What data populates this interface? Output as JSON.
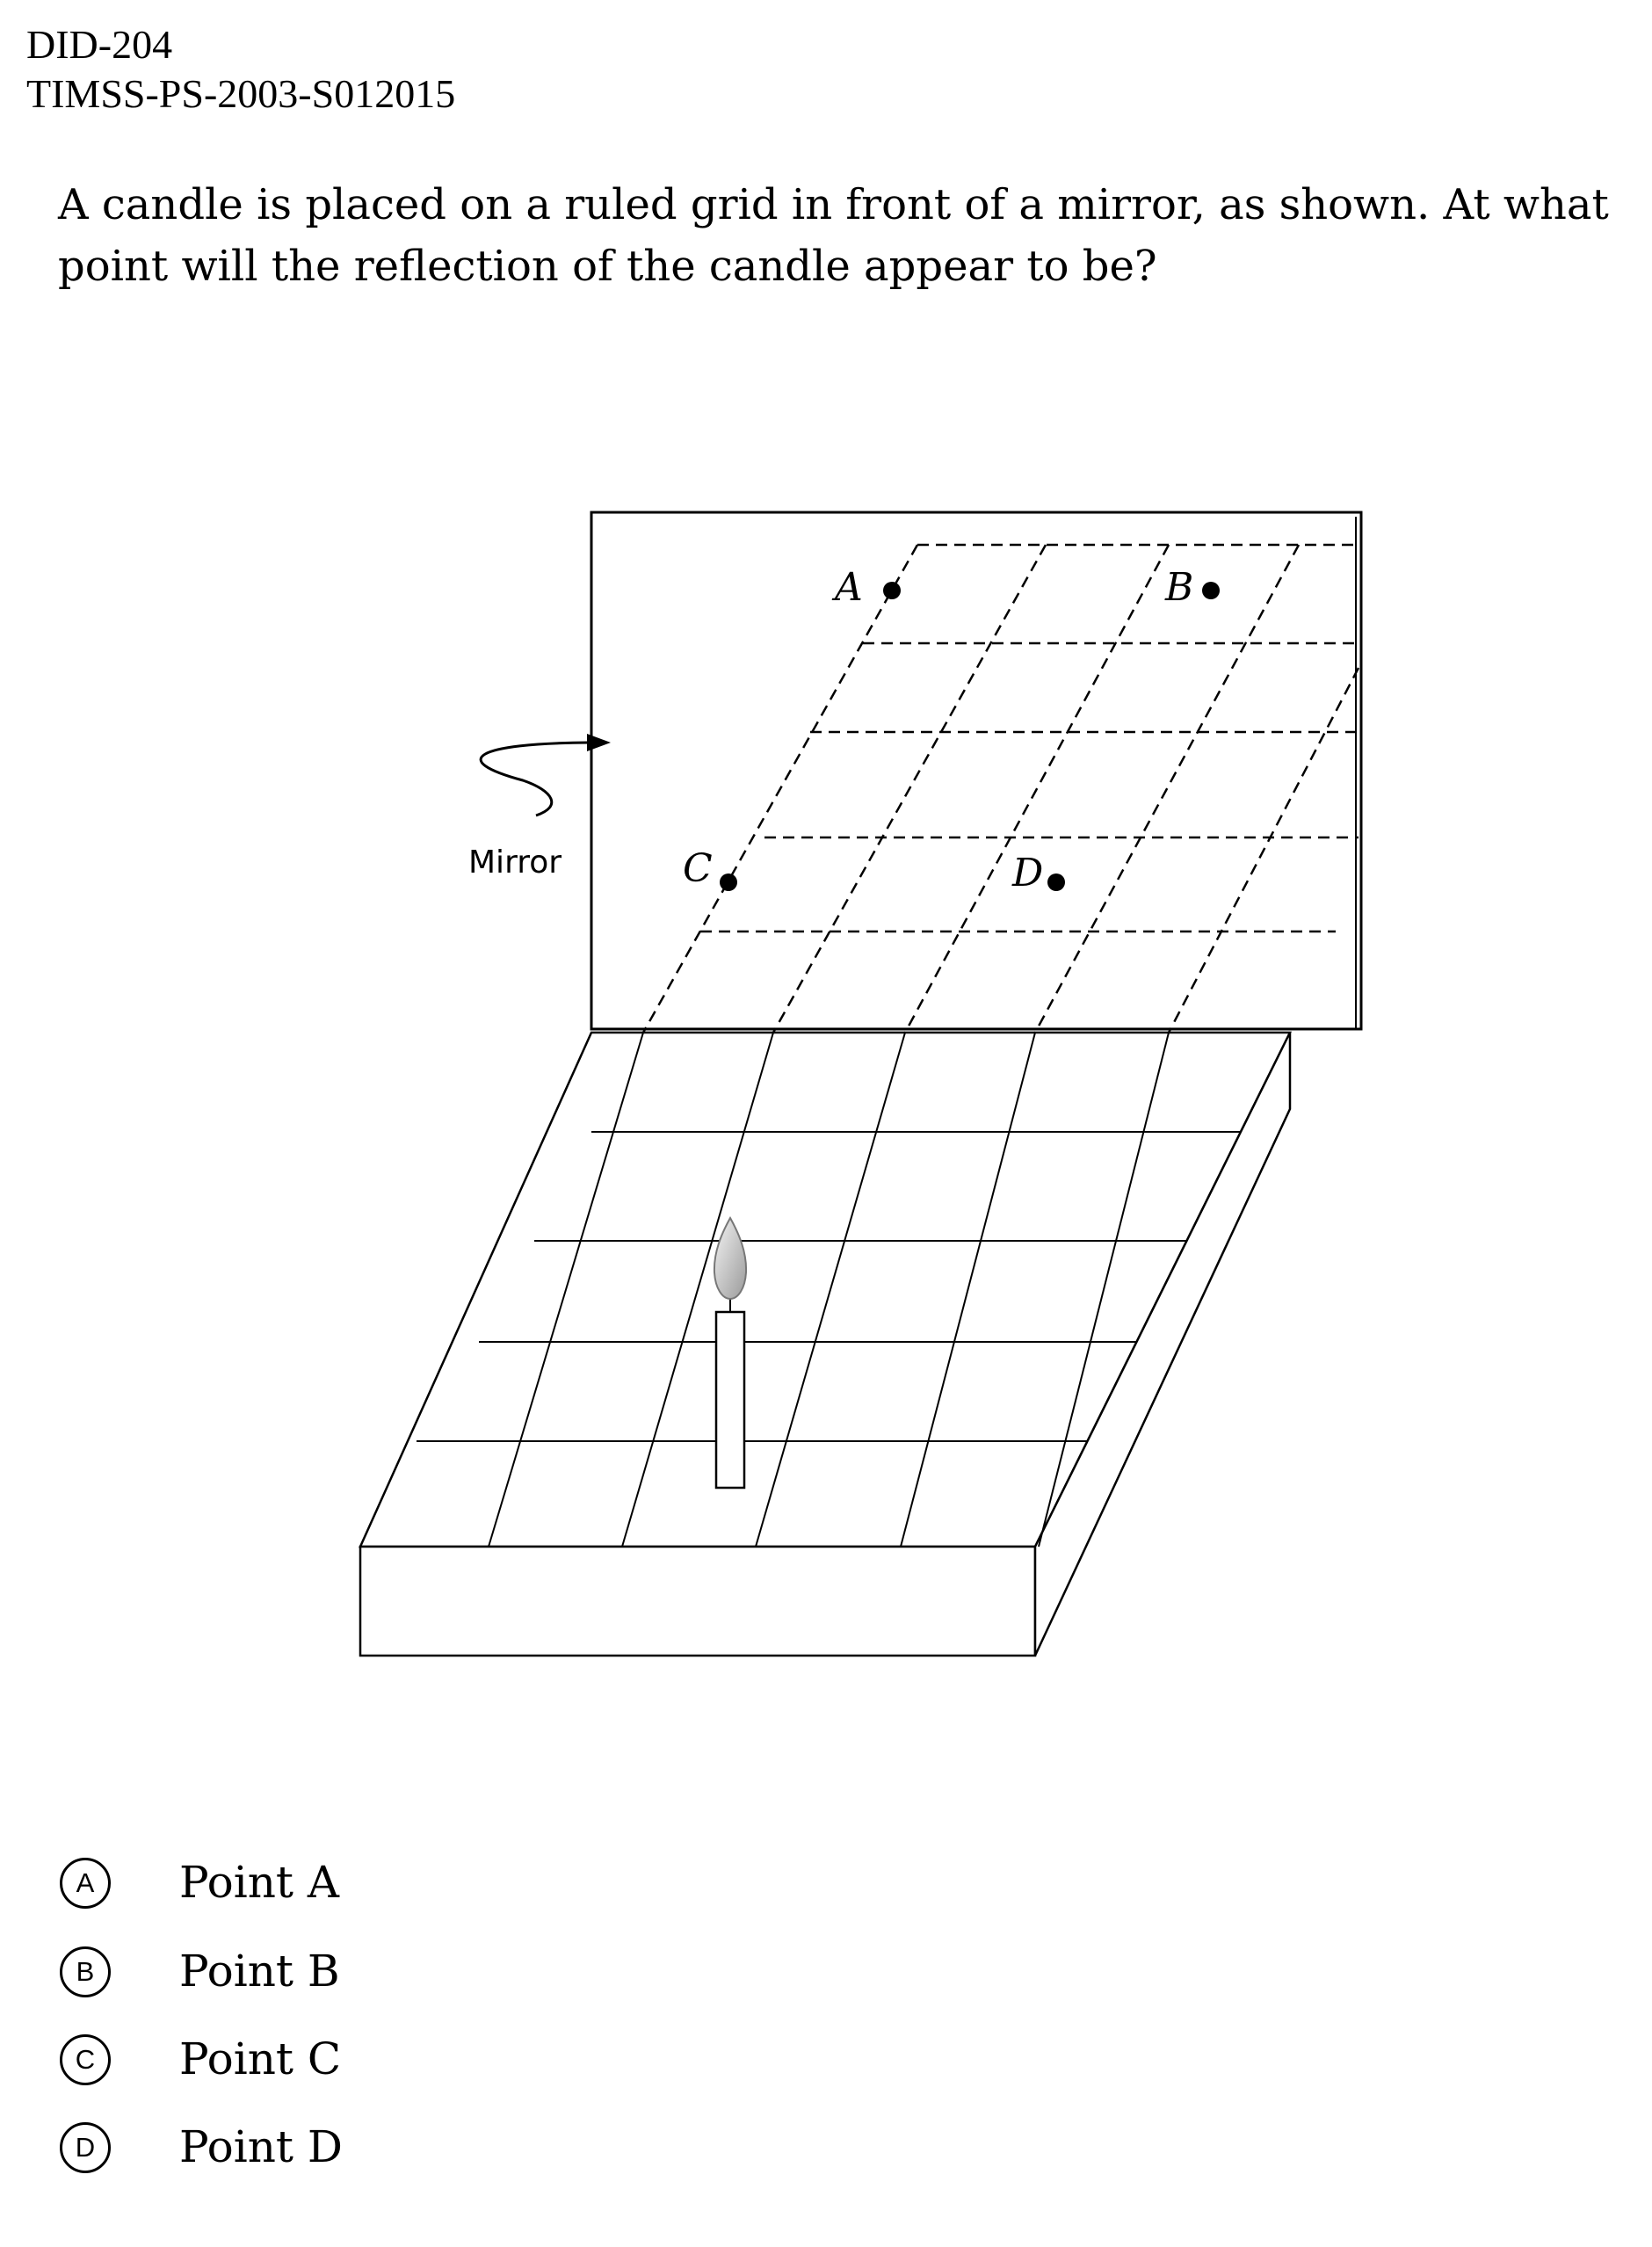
{
  "header": {
    "item_id": "DID-204",
    "source_code": "TIMSS-PS-2003-S012015"
  },
  "question": "A candle is placed on a ruled grid in front of a mirror, as shown. At what point will the reflection of the candle appear to be?",
  "figure": {
    "mirror_label": "Mirror",
    "points": [
      {
        "label": "A"
      },
      {
        "label": "B"
      },
      {
        "label": "C"
      },
      {
        "label": "D"
      }
    ]
  },
  "options": [
    {
      "letter": "A",
      "text": "Point A"
    },
    {
      "letter": "B",
      "text": "Point B"
    },
    {
      "letter": "C",
      "text": "Point C"
    },
    {
      "letter": "D",
      "text": "Point D"
    }
  ]
}
